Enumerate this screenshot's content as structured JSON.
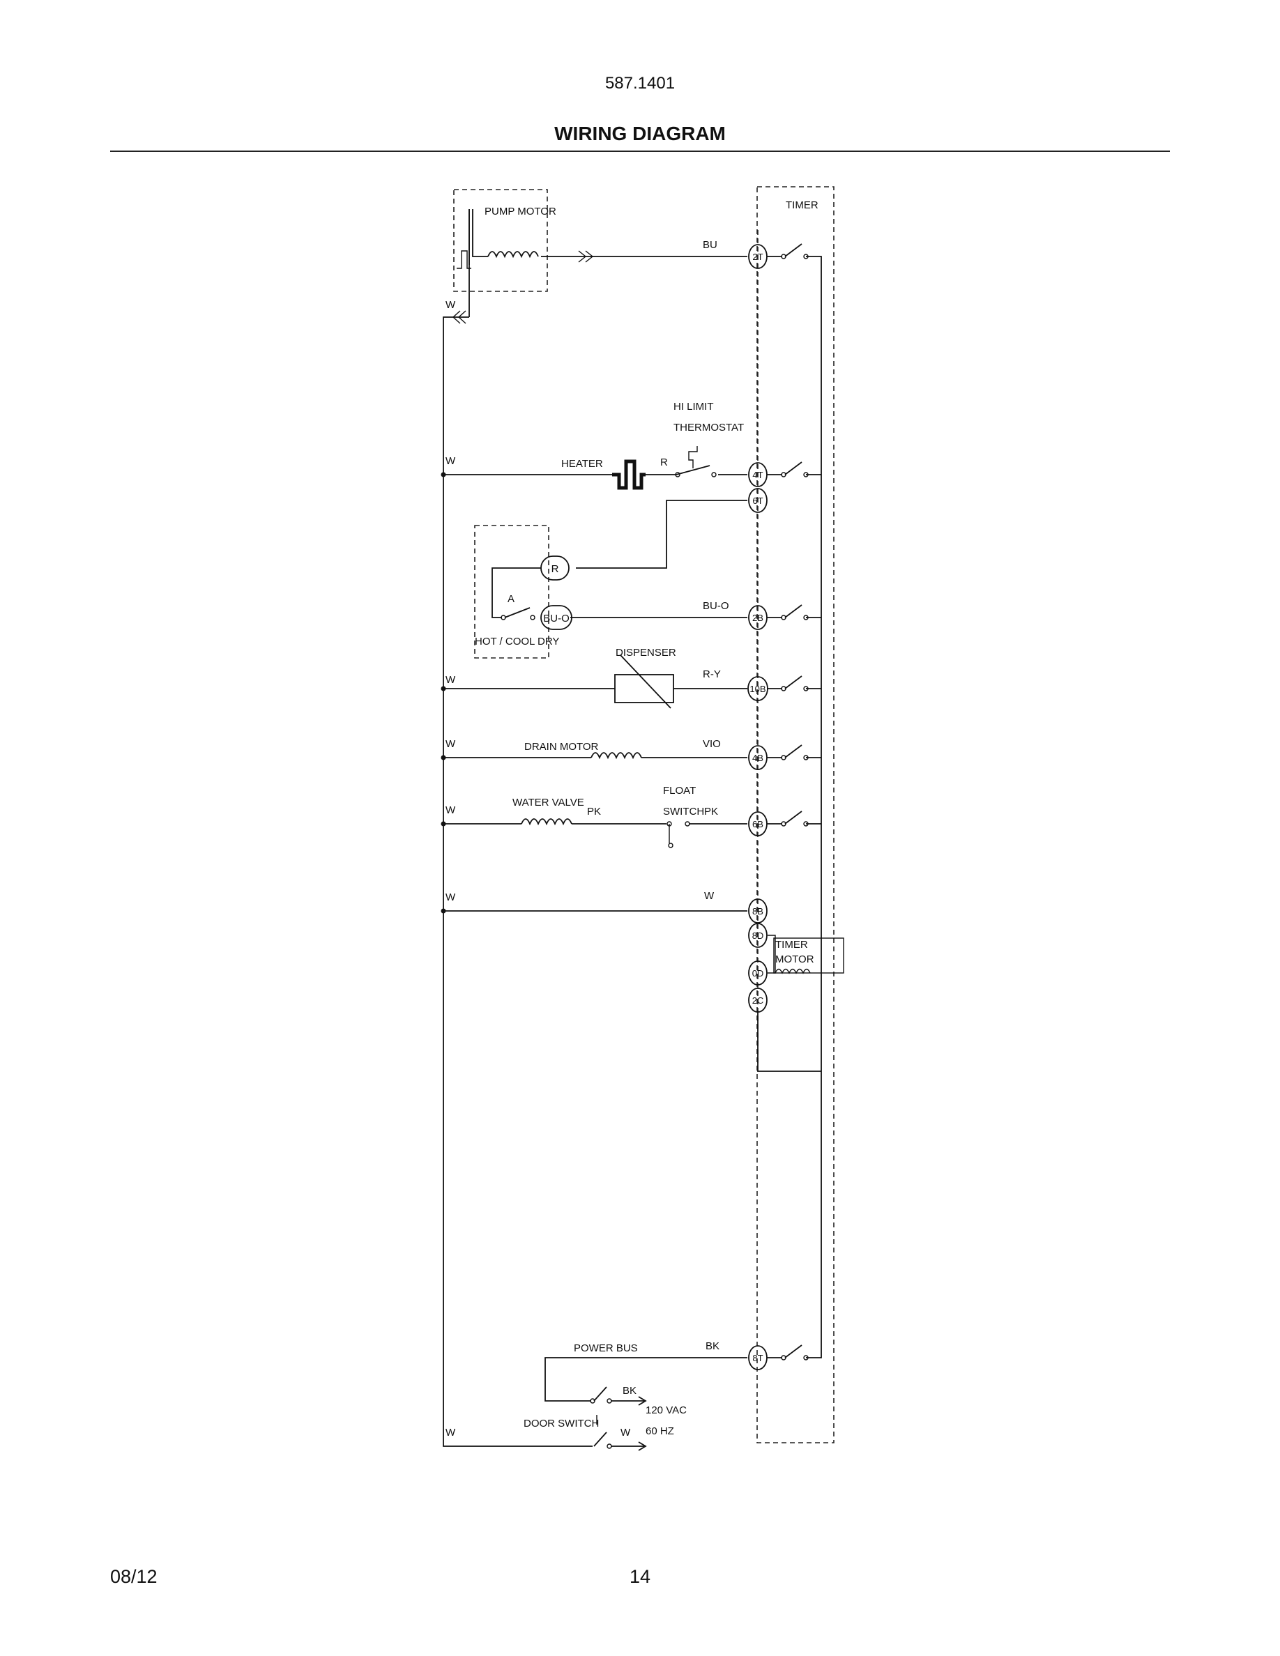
{
  "header": {
    "model": "587.1401",
    "title": "WIRING DIAGRAM"
  },
  "footer": {
    "date": "08/12",
    "page": "14"
  },
  "labels": {
    "timer": "TIMER",
    "pump_motor": "PUMP MOTOR",
    "hi_limit": "HI LIMIT",
    "thermostat": "THERMOSTAT",
    "heater": "HEATER",
    "hot_cool_dry": "HOT / COOL DRY",
    "dispenser": "DISPENSER",
    "drain_motor": "DRAIN MOTOR",
    "water_valve": "WATER VALVE",
    "float": "FLOAT",
    "switch": "SWITCH",
    "timer_motor_1": "TIMER",
    "timer_motor_2": "MOTOR",
    "power_bus": "POWER BUS",
    "door_switch": "DOOR SWITCH",
    "vac": "120 VAC",
    "hz": "60 HZ",
    "switch_r": "R",
    "switch_a": "A",
    "switch_buo": "BU-O"
  },
  "wire_colors": {
    "w_pump": "W",
    "w_heater": "W",
    "w_dispenser": "W",
    "w_drain": "W",
    "w_valve": "W",
    "w_8b_left": "W",
    "w_door_left": "W",
    "bu": "BU",
    "r_heater": "R",
    "bu_o": "BU-O",
    "r_y": "R-Y",
    "vio": "VIO",
    "pk_left": "PK",
    "pk_right": "PK",
    "w_8b_right": "W",
    "bk_bus": "BK",
    "bk_door": "BK",
    "w_door_right": "W"
  },
  "terminals": {
    "t2t": "2T",
    "t4t": "4T",
    "t6t": "6T",
    "t2b": "2B",
    "t10b": "10B",
    "t4b": "4B",
    "t6b": "6B",
    "t8b": "8B",
    "t8d": "8D",
    "t0d": "0D",
    "t2c": "2C",
    "t8t": "8T"
  }
}
